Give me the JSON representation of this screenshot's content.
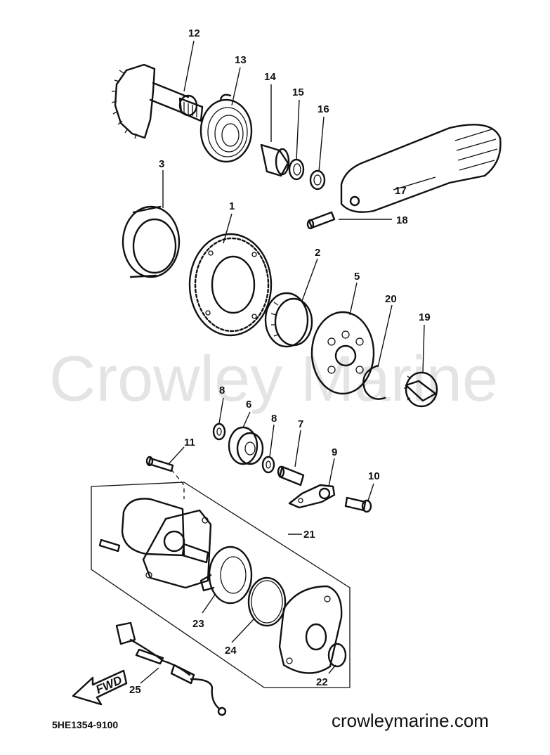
{
  "watermark": "Crowley Marine",
  "part_code": "5HE1354-9100",
  "website": "crowleymarine.com",
  "direction_arrow": "FWD",
  "callouts": [
    {
      "id": "c1",
      "text": "1"
    },
    {
      "id": "c2",
      "text": "2"
    },
    {
      "id": "c3",
      "text": "3"
    },
    {
      "id": "c5",
      "text": "5"
    },
    {
      "id": "c6",
      "text": "6"
    },
    {
      "id": "c7",
      "text": "7"
    },
    {
      "id": "c8a",
      "text": "8"
    },
    {
      "id": "c8b",
      "text": "8"
    },
    {
      "id": "c9",
      "text": "9"
    },
    {
      "id": "c10",
      "text": "10"
    },
    {
      "id": "c11",
      "text": "11"
    },
    {
      "id": "c12",
      "text": "12"
    },
    {
      "id": "c13",
      "text": "13"
    },
    {
      "id": "c14",
      "text": "14"
    },
    {
      "id": "c15",
      "text": "15"
    },
    {
      "id": "c16",
      "text": "16"
    },
    {
      "id": "c17",
      "text": "17"
    },
    {
      "id": "c18",
      "text": "18"
    },
    {
      "id": "c19",
      "text": "19"
    },
    {
      "id": "c20",
      "text": "20"
    },
    {
      "id": "c21",
      "text": "21"
    },
    {
      "id": "c22",
      "text": "22"
    },
    {
      "id": "c23",
      "text": "23"
    },
    {
      "id": "c24",
      "text": "24"
    },
    {
      "id": "c25",
      "text": "25"
    }
  ]
}
